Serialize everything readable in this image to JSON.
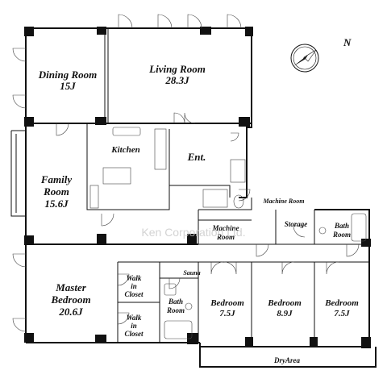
{
  "rooms": {
    "dining": {
      "name": "Dining Room",
      "size": "15J"
    },
    "living": {
      "name": "Living Room",
      "size": "28.3J"
    },
    "kitchen": {
      "name": "Kitchen"
    },
    "family": {
      "name_1": "Family",
      "name_2": "Room",
      "size": "15.6J"
    },
    "entrance": {
      "name": "Ent."
    },
    "machine_room_top": {
      "name": "Machine Room"
    },
    "machine_room": {
      "name_1": "Machine",
      "name_2": "Room"
    },
    "storage": {
      "name": "Storage"
    },
    "bath_top": {
      "name_1": "Bath",
      "name_2": "Room"
    },
    "master": {
      "name_1": "Master",
      "name_2": "Bedroom",
      "size": "20.6J"
    },
    "walk_in_1": {
      "name_1": "Walk",
      "name_2": "in",
      "name_3": "Closet"
    },
    "walk_in_2": {
      "name_1": "Walk",
      "name_2": "in",
      "name_3": "Closet"
    },
    "sauna": {
      "name": "Sauna"
    },
    "bath_mid": {
      "name_1": "Bath",
      "name_2": "Room"
    },
    "bedroom1": {
      "name": "Bedroom",
      "size": "7.5J"
    },
    "bedroom2": {
      "name": "Bedroom",
      "size": "8.9J"
    },
    "bedroom3": {
      "name": "Bedroom",
      "size": "7.5J"
    },
    "dry_area": {
      "name": "DryArea"
    }
  },
  "compass": {
    "label": "N",
    "icon": "north-arrow-icon"
  },
  "watermark": "Ken Corporation Ltd."
}
